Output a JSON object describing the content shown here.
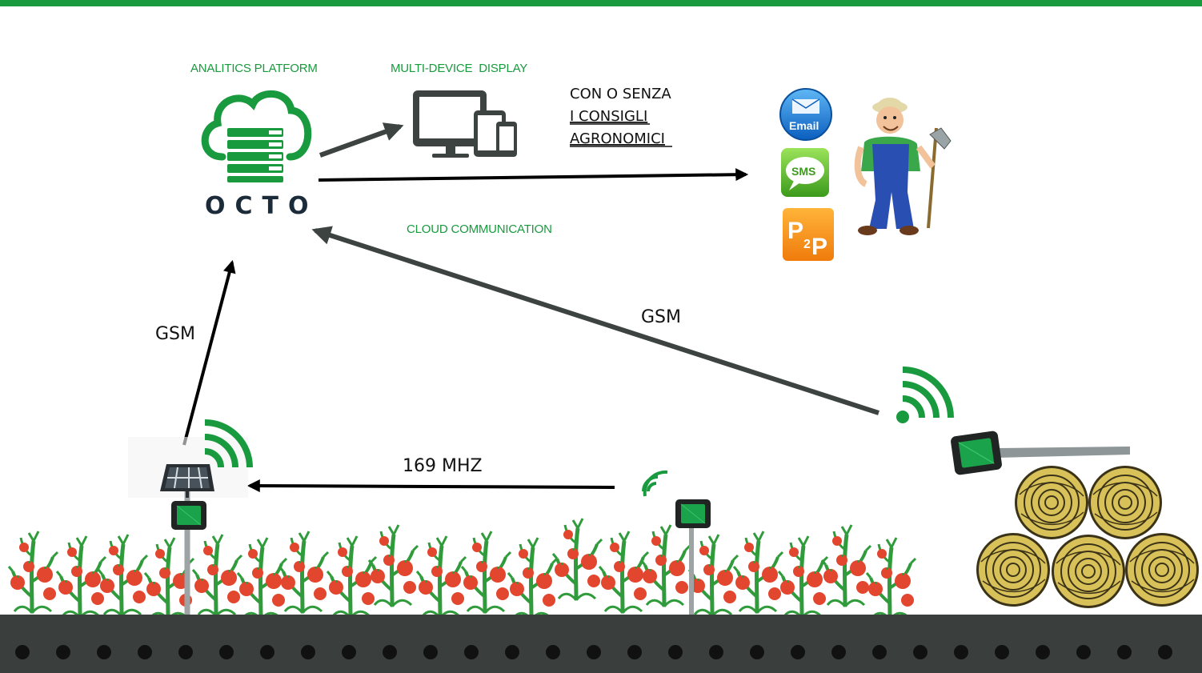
{
  "colors": {
    "accent_green": "#1a9a3f",
    "arrow_black": "#000000",
    "arrow_dark": "#3c4341",
    "ground": "#3a3f3d",
    "tomato": "#e2462e",
    "plant": "#2f9b3a",
    "device": "#1aa34a",
    "hay": "#d9c15a"
  },
  "labels": {
    "analytics_platform": "ANALITICS PLATFORM",
    "multi_device_display": "MULTI-DEVICE  DISPLAY",
    "cloud_communication": "CLOUD COMMUNICATION",
    "gsm_left": "GSM",
    "gsm_right": "GSM",
    "radio_169": "169 MHZ",
    "logo": "OCTO"
  },
  "advice_note": {
    "line1": "CON O SENZA",
    "line2": "I CONSIGLI",
    "line3": "AGRONOMICI"
  },
  "notifications": {
    "email": "Email",
    "sms": "SMS",
    "p2p_p1": "P",
    "p2p_2": "2",
    "p2p_p2": "P"
  },
  "icons": [
    "cloud-server-icon",
    "monitor-tablet-phone-icon",
    "email-icon",
    "sms-icon",
    "p2p-icon",
    "farmer-icon",
    "solar-panel-icon",
    "wifi-signal-icon",
    "sensor-device-icon",
    "tomato-plant-icon",
    "hay-bale-icon"
  ]
}
